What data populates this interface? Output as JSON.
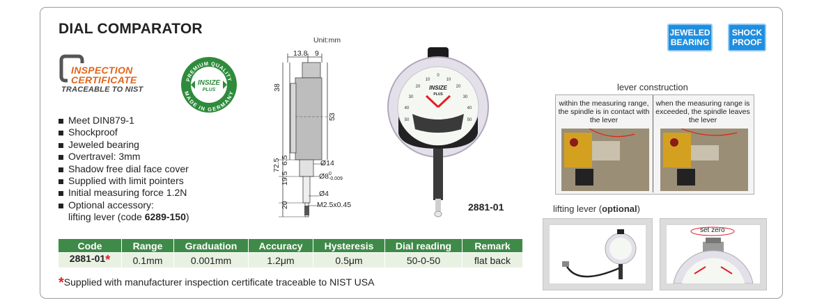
{
  "title": "DIAL COMPARATOR",
  "certificate": {
    "line1": "INSPECTION",
    "line2": "CERTIFICATE",
    "line3": "TRACEABLE TO NIST"
  },
  "seal": {
    "top_text": "PREMIUM QUALITY",
    "brand": "INSIZE",
    "sub": "PLUS",
    "bottom_text": "MADE IN GERMANY"
  },
  "features": [
    "Meet DIN879-1",
    "Shockproof",
    "Jeweled bearing",
    "Overtravel: 3mm",
    "Shadow free dial face cover",
    "Supplied with limit pointers",
    "Initial measuring force 1.2N",
    "Optional accessory:"
  ],
  "feature_cont": {
    "prefix": "lifting lever (code ",
    "code": "6289-150",
    "suffix": ")"
  },
  "table": {
    "headers": [
      "Code",
      "Range",
      "Graduation",
      "Accuracy",
      "Hysteresis",
      "Dial reading",
      "Remark"
    ],
    "row": {
      "code": "2881-01",
      "star": "*",
      "range": "0.1mm",
      "graduation": "0.001mm",
      "accuracy": "1.2μm",
      "hysteresis": "0.5μm",
      "dial_reading": "50-0-50",
      "remark": "flat back"
    }
  },
  "footnote": {
    "star": "*",
    "text": "Supplied with manufacturer inspection certificate traceable to NIST USA"
  },
  "drawing": {
    "unit": "Unit:mm",
    "dims": {
      "d13_8": "13.8",
      "d9": "9",
      "d38": "38",
      "d53": "53",
      "d72_5": "72.5",
      "d6_5": "6.5",
      "d19_5": "19.5",
      "d20": "20",
      "phi14": "Ø14",
      "phi8": "Ø8",
      "phi8_tol_top": "0",
      "phi8_tol_bot": "-0.009",
      "phi4": "Ø4",
      "thread": "M2.5x0.45"
    }
  },
  "dial": {
    "brand": "INSIZE",
    "sub": "PLUS",
    "numbers": [
      "0",
      "10",
      "20",
      "30",
      "40",
      "50",
      "10",
      "20",
      "30",
      "40",
      "50"
    ]
  },
  "model_label": "2881-01",
  "badges": {
    "jeweled": [
      "JEWELED",
      "BEARING"
    ],
    "shock": [
      "SHOCK",
      "PROOF"
    ]
  },
  "lever": {
    "title": "lever construction",
    "left_text": "within the measuring range, the spindle is in contact with the lever",
    "right_text": "when the measuring range is exceeded, the spindle leaves the lever"
  },
  "lifting": {
    "title_prefix": "lifting lever (",
    "title_bold": "optional",
    "title_suffix": ")",
    "set_zero": "set zero"
  },
  "colors": {
    "green_header": "#3f8a48",
    "green_row": "#e9f1e3",
    "badge_blue": "#1f8ee0",
    "cert_orange": "#e0651c",
    "star_red": "#e31e24",
    "seal_green": "#2e8b3c"
  }
}
